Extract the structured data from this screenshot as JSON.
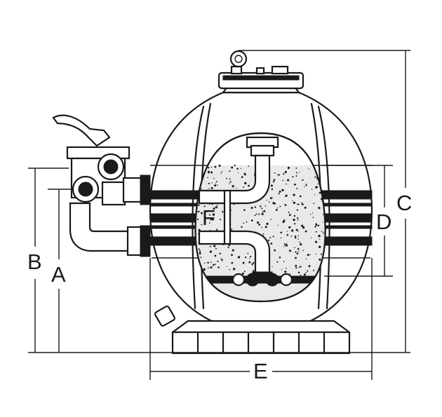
{
  "diagram": {
    "dimension_labels": {
      "A": "A",
      "B": "B",
      "C": "C",
      "D": "D",
      "E": "E",
      "F": "F"
    },
    "colors": {
      "line": "#1a1a1a",
      "background": "#ffffff"
    }
  }
}
